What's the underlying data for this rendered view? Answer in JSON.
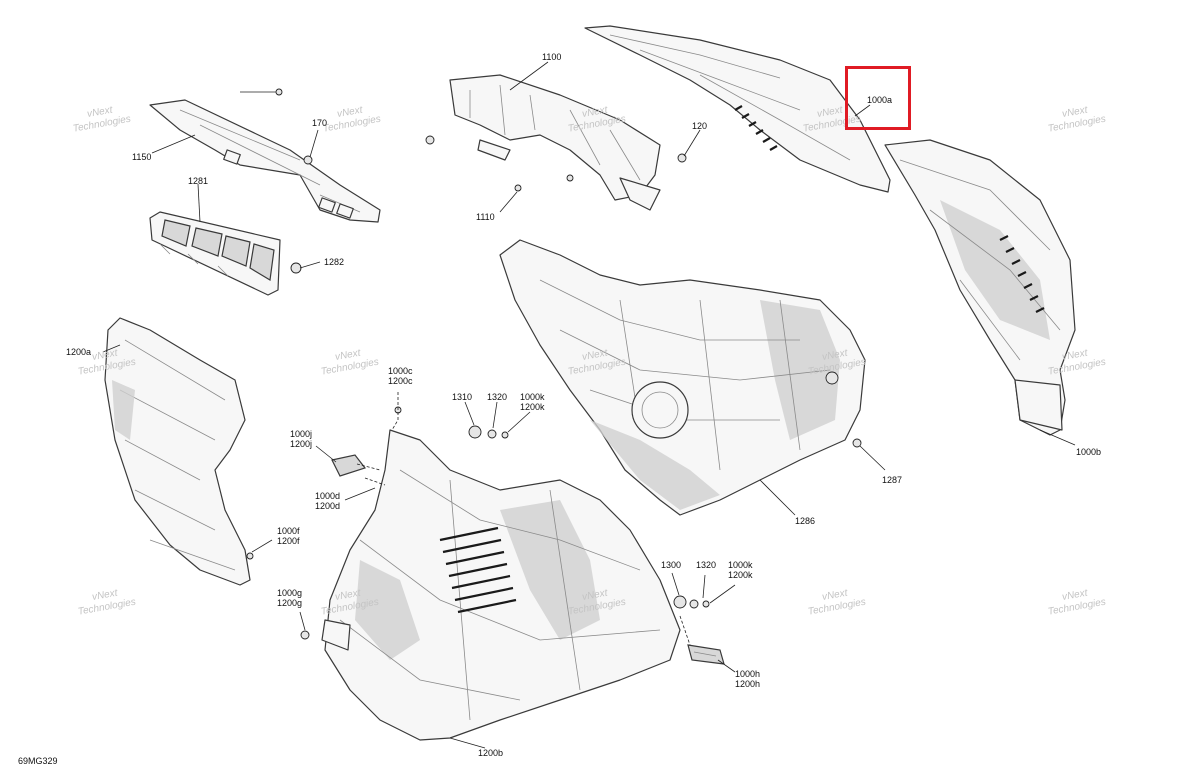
{
  "diagram": {
    "code": "69MG329",
    "watermark": [
      "vNext",
      "Technologies"
    ],
    "highlight_color": "#e01b24",
    "highlighted_part": "1000a",
    "callouts": {
      "c1150": [
        "1150"
      ],
      "c170": [
        "170"
      ],
      "c1100": [
        "1100"
      ],
      "c120": [
        "120"
      ],
      "c1110": [
        "1110"
      ],
      "c1000a": [
        "1000a"
      ],
      "c1281": [
        "1281"
      ],
      "c1282": [
        "1282"
      ],
      "c1200a": [
        "1200a"
      ],
      "c1000c": [
        "1000c",
        "1200c"
      ],
      "c1310": [
        "1310"
      ],
      "c1320top": [
        "1320"
      ],
      "c1000ktop": [
        "1000k",
        "1200k"
      ],
      "c1000j": [
        "1000j",
        "1200j"
      ],
      "c1000d": [
        "1000d",
        "1200d"
      ],
      "c1000f": [
        "1000f",
        "1200f"
      ],
      "c1000g": [
        "1000g",
        "1200g"
      ],
      "c1286": [
        "1286"
      ],
      "c1287": [
        "1287"
      ],
      "c1000b": [
        "1000b"
      ],
      "c1300": [
        "1300"
      ],
      "c1320bot": [
        "1320"
      ],
      "c1000kbot": [
        "1000k",
        "1200k"
      ],
      "c1000h": [
        "1000h",
        "1200h"
      ],
      "c1200b": [
        "1200b"
      ]
    }
  }
}
